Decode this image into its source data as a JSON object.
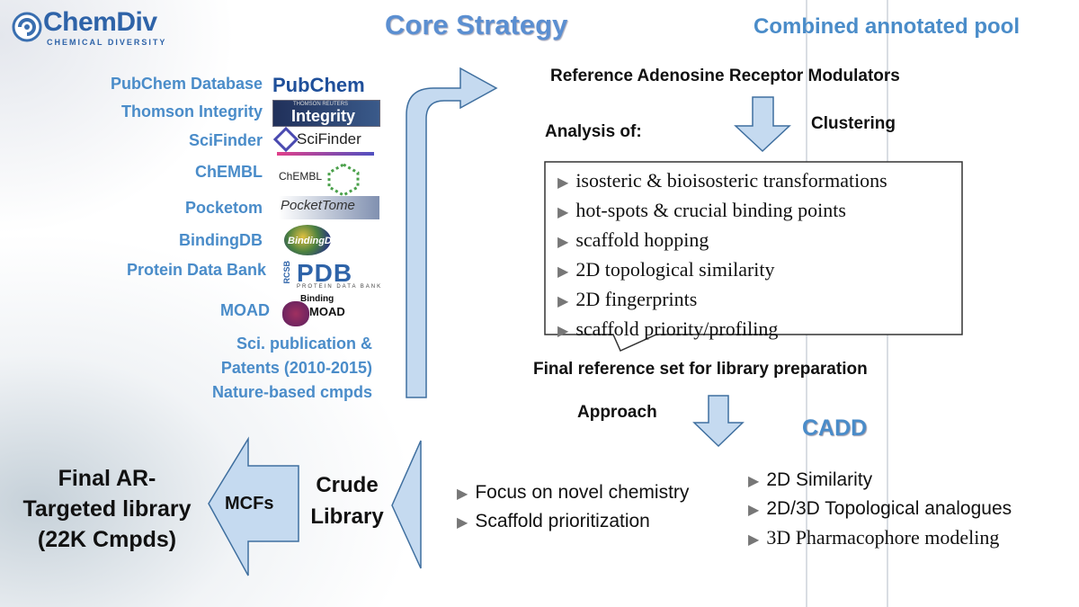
{
  "header": {
    "brand_name": "ChemDiv",
    "brand_tagline": "CHEMICAL DIVERSITY",
    "title": "Core Strategy",
    "subtitle": "Combined annotated pool"
  },
  "sources": [
    {
      "label": "PubChem Database",
      "logo": "PubChem"
    },
    {
      "label": "Thomson Integrity",
      "logo": "Integrity",
      "logo_small": "THOMSON REUTERS"
    },
    {
      "label": "SciFinder",
      "logo": "SciFinder"
    },
    {
      "label": "ChEMBL",
      "logo": "ChEMBL"
    },
    {
      "label": "Pocketom",
      "logo": "PocketTome"
    },
    {
      "label": "BindingDB",
      "logo": "BindingDB"
    },
    {
      "label": "Protein Data Bank",
      "logo": "PDB",
      "logo_small": "PROTEIN DATA BANK",
      "logo_side": "RCSB"
    },
    {
      "label": "MOAD",
      "logo": "MOAD",
      "logo_small": "Binding"
    }
  ],
  "extra_sources": [
    "Sci. publication &",
    "Patents (2010-2015)",
    "Nature-based cmpds"
  ],
  "flow": {
    "reference": "Reference Adenosine Receptor Modulators",
    "analysis_label": "Analysis of:",
    "clustering_label": "Clustering",
    "analysis_items": [
      "isosteric & bioisosteric transformations",
      "hot-spots & crucial binding points",
      "scaffold hopping",
      "2D topological similarity",
      "2D fingerprints",
      "scaffold priority/profiling"
    ],
    "final_reference": "Final reference set for library preparation",
    "approach_label": "Approach",
    "cadd_label": "CADD",
    "cadd_items": [
      "2D Similarity",
      "2D/3D Topological analogues",
      "3D Pharmacophore modeling"
    ],
    "focus_items": [
      "Focus on novel chemistry",
      "Scaffold prioritization"
    ],
    "crude_library": [
      "Crude",
      "Library"
    ],
    "mcfs_label": "MCFs",
    "final_library": [
      "Final AR-",
      "Targeted library",
      "(22K Cmpds)"
    ]
  },
  "colors": {
    "accent_blue": "#4a8cc9",
    "title_blue": "#5b8fd1",
    "arrow_fill": "#c5daf0",
    "arrow_stroke": "#3f6f9f"
  },
  "icons": {
    "bullet": "▶",
    "brand_mark": "swirl-star-icon"
  }
}
